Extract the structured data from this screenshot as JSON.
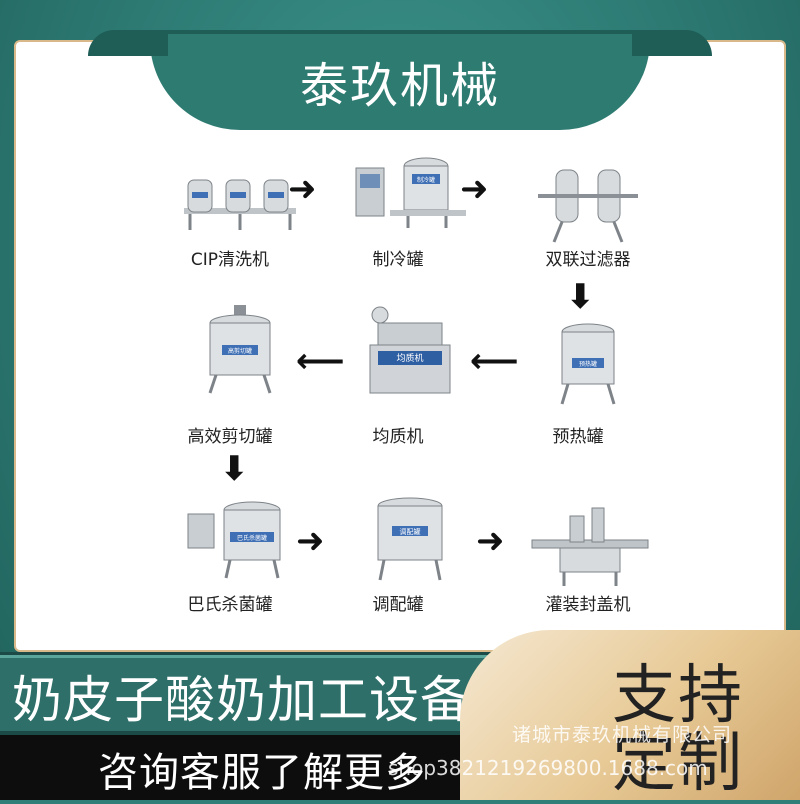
{
  "header": {
    "title": "泰玖机械"
  },
  "flow": {
    "row1": [
      {
        "label": "CIP清洗机"
      },
      {
        "label": "制冷罐",
        "tag": "制冷罐"
      },
      {
        "label": "双联过滤器"
      }
    ],
    "row2": [
      {
        "label": "高效剪切罐",
        "tag": "高剪切罐"
      },
      {
        "label": "均质机",
        "tag": "均质机"
      },
      {
        "label": "预热罐",
        "tag": "预热罐"
      }
    ],
    "row3": [
      {
        "label": "巴氏杀菌罐",
        "tag": "巴氏杀菌罐"
      },
      {
        "label": "调配罐",
        "tag": "调配罐"
      },
      {
        "label": "灌装封盖机"
      }
    ],
    "arrows": {
      "right": "➜",
      "left": "⟵",
      "down": "⬇"
    }
  },
  "banner": {
    "product": "奶皮子酸奶加工设备",
    "cta": "咨询客服了解更多",
    "custom_line1": "支持",
    "custom_line2": "定制"
  },
  "watermark": {
    "company": "诸城市泰玖机械有限公司",
    "url": "shop3821219269800.1688.com"
  },
  "colors": {
    "teal": "#2e7b72",
    "gold": "#d9b88a",
    "dark": "#0d0d0d"
  }
}
